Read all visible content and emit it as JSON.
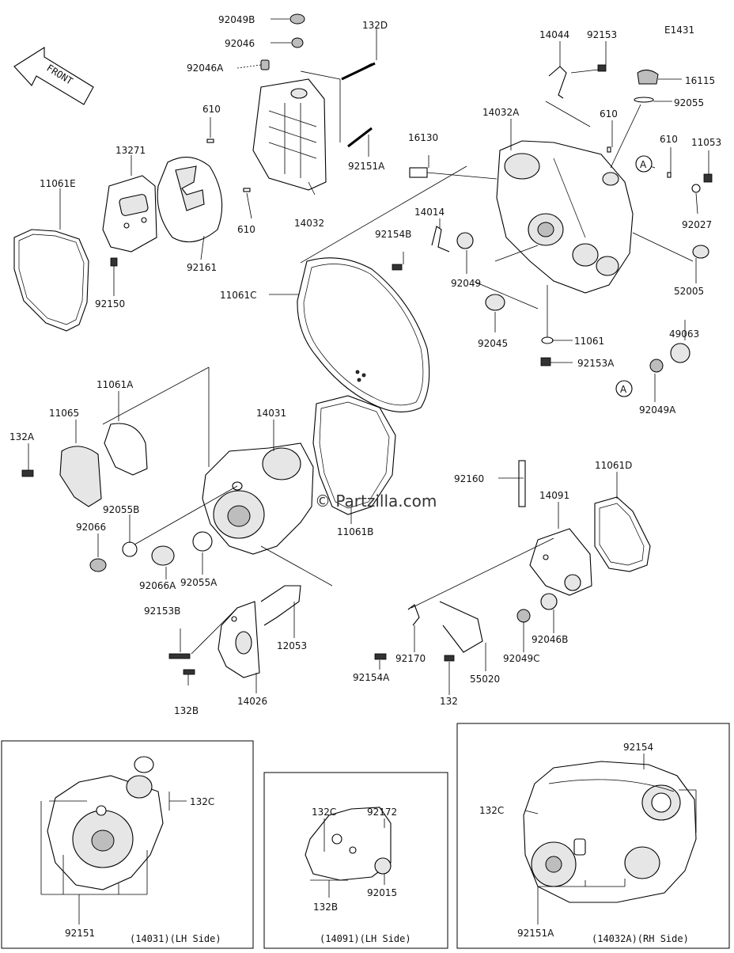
{
  "diagram": {
    "code": "E1431",
    "front_label": "FRONT",
    "watermark": "© Partzilla.com",
    "parts": {
      "p92049B": "92049B",
      "p92046": "92046",
      "p92046A": "92046A",
      "p132D": "132D",
      "p610a": "610",
      "p610b": "610",
      "p610c": "610",
      "p610d": "610",
      "p13271": "13271",
      "p11061E": "11061E",
      "p92161": "92161",
      "p92150": "92150",
      "p14032": "14032",
      "p92151A": "92151A",
      "p16130": "16130",
      "p14044": "14044",
      "p92153": "92153",
      "p16115": "16115",
      "p92055": "92055",
      "p14032A": "14032A",
      "p11053": "11053",
      "p92027": "92027",
      "p52005": "52005",
      "p14014": "14014",
      "p92154B": "92154B",
      "p92049": "92049",
      "p11061C": "11061C",
      "p92045": "92045",
      "p11061": "11061",
      "p92153A": "92153A",
      "p49063": "49063",
      "p92049A": "92049A",
      "p11061A": "11061A",
      "p11065": "11065",
      "p132A": "132A",
      "p14031": "14031",
      "p11061B": "11061B",
      "p92160": "92160",
      "p11061D": "11061D",
      "p14091": "14091",
      "p92055B": "92055B",
      "p92066": "92066",
      "p92066A": "92066A",
      "p92055A": "92055A",
      "p92153B": "92153B",
      "p12053": "12053",
      "p14026": "14026",
      "p132B": "132B",
      "p92046B": "92046B",
      "p92049C": "92049C",
      "p92170": "92170",
      "p92154A": "92154A",
      "p55020": "55020",
      "p132": "132"
    },
    "callouts": {
      "a1": "A",
      "a2": "A"
    },
    "insets": {
      "lh14031": {
        "title": "(14031)(LH Side)",
        "l1": "132C",
        "l2": "92151"
      },
      "lh14091": {
        "title": "(14091)(LH Side)",
        "l1": "132C",
        "l2": "92172",
        "l3": "132B",
        "l4": "92015"
      },
      "rh14032A": {
        "title": "(14032A)(RH Side)",
        "l1": "92154",
        "l2": "132C",
        "l3": "92151A"
      }
    }
  }
}
